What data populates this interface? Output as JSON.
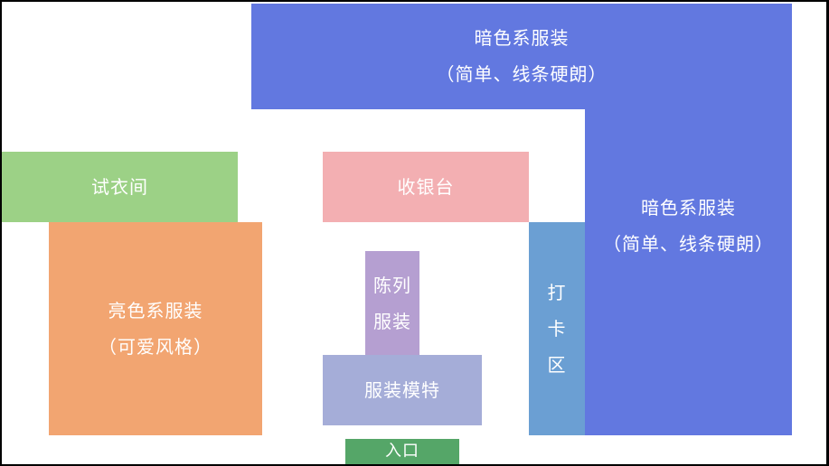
{
  "colors": {
    "dark": "#6278E0",
    "fitting_room": "#9CD186",
    "cashier": "#F3AFB2",
    "bright": "#F2A571",
    "display": "#B59FD1",
    "mannequin": "#A5ADD8",
    "photo_spot": "#6B9FD3",
    "entrance": "#55A668"
  },
  "zones": {
    "dark_top": {
      "line1": "暗色系服装",
      "line2": "（简单、线条硬朗）"
    },
    "dark_right": {
      "line1": "暗色系服装",
      "line2": "（简单、线条硬朗）"
    },
    "fitting_room": {
      "label": "试衣间"
    },
    "cashier": {
      "label": "收银台"
    },
    "bright": {
      "line1": "亮色系服装",
      "line2": "（可爱风格）"
    },
    "display": {
      "line1": "陈列",
      "line2": "服装"
    },
    "mannequin": {
      "label": "服装模特"
    },
    "photo_spot": {
      "line1": "打",
      "line2": "卡",
      "line3": "区"
    },
    "entrance": {
      "label": "入口"
    }
  }
}
